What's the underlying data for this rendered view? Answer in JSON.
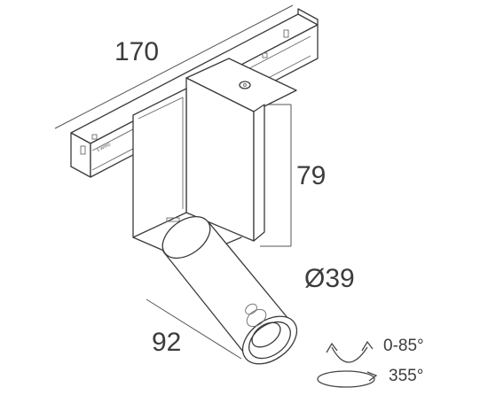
{
  "dimensions": {
    "track_length": "170",
    "height": "79",
    "diameter": "Ø39",
    "depth": "92"
  },
  "rotation": {
    "tilt": "0-85°",
    "pan": "355°"
  },
  "track_marking": "3 WIRE"
}
